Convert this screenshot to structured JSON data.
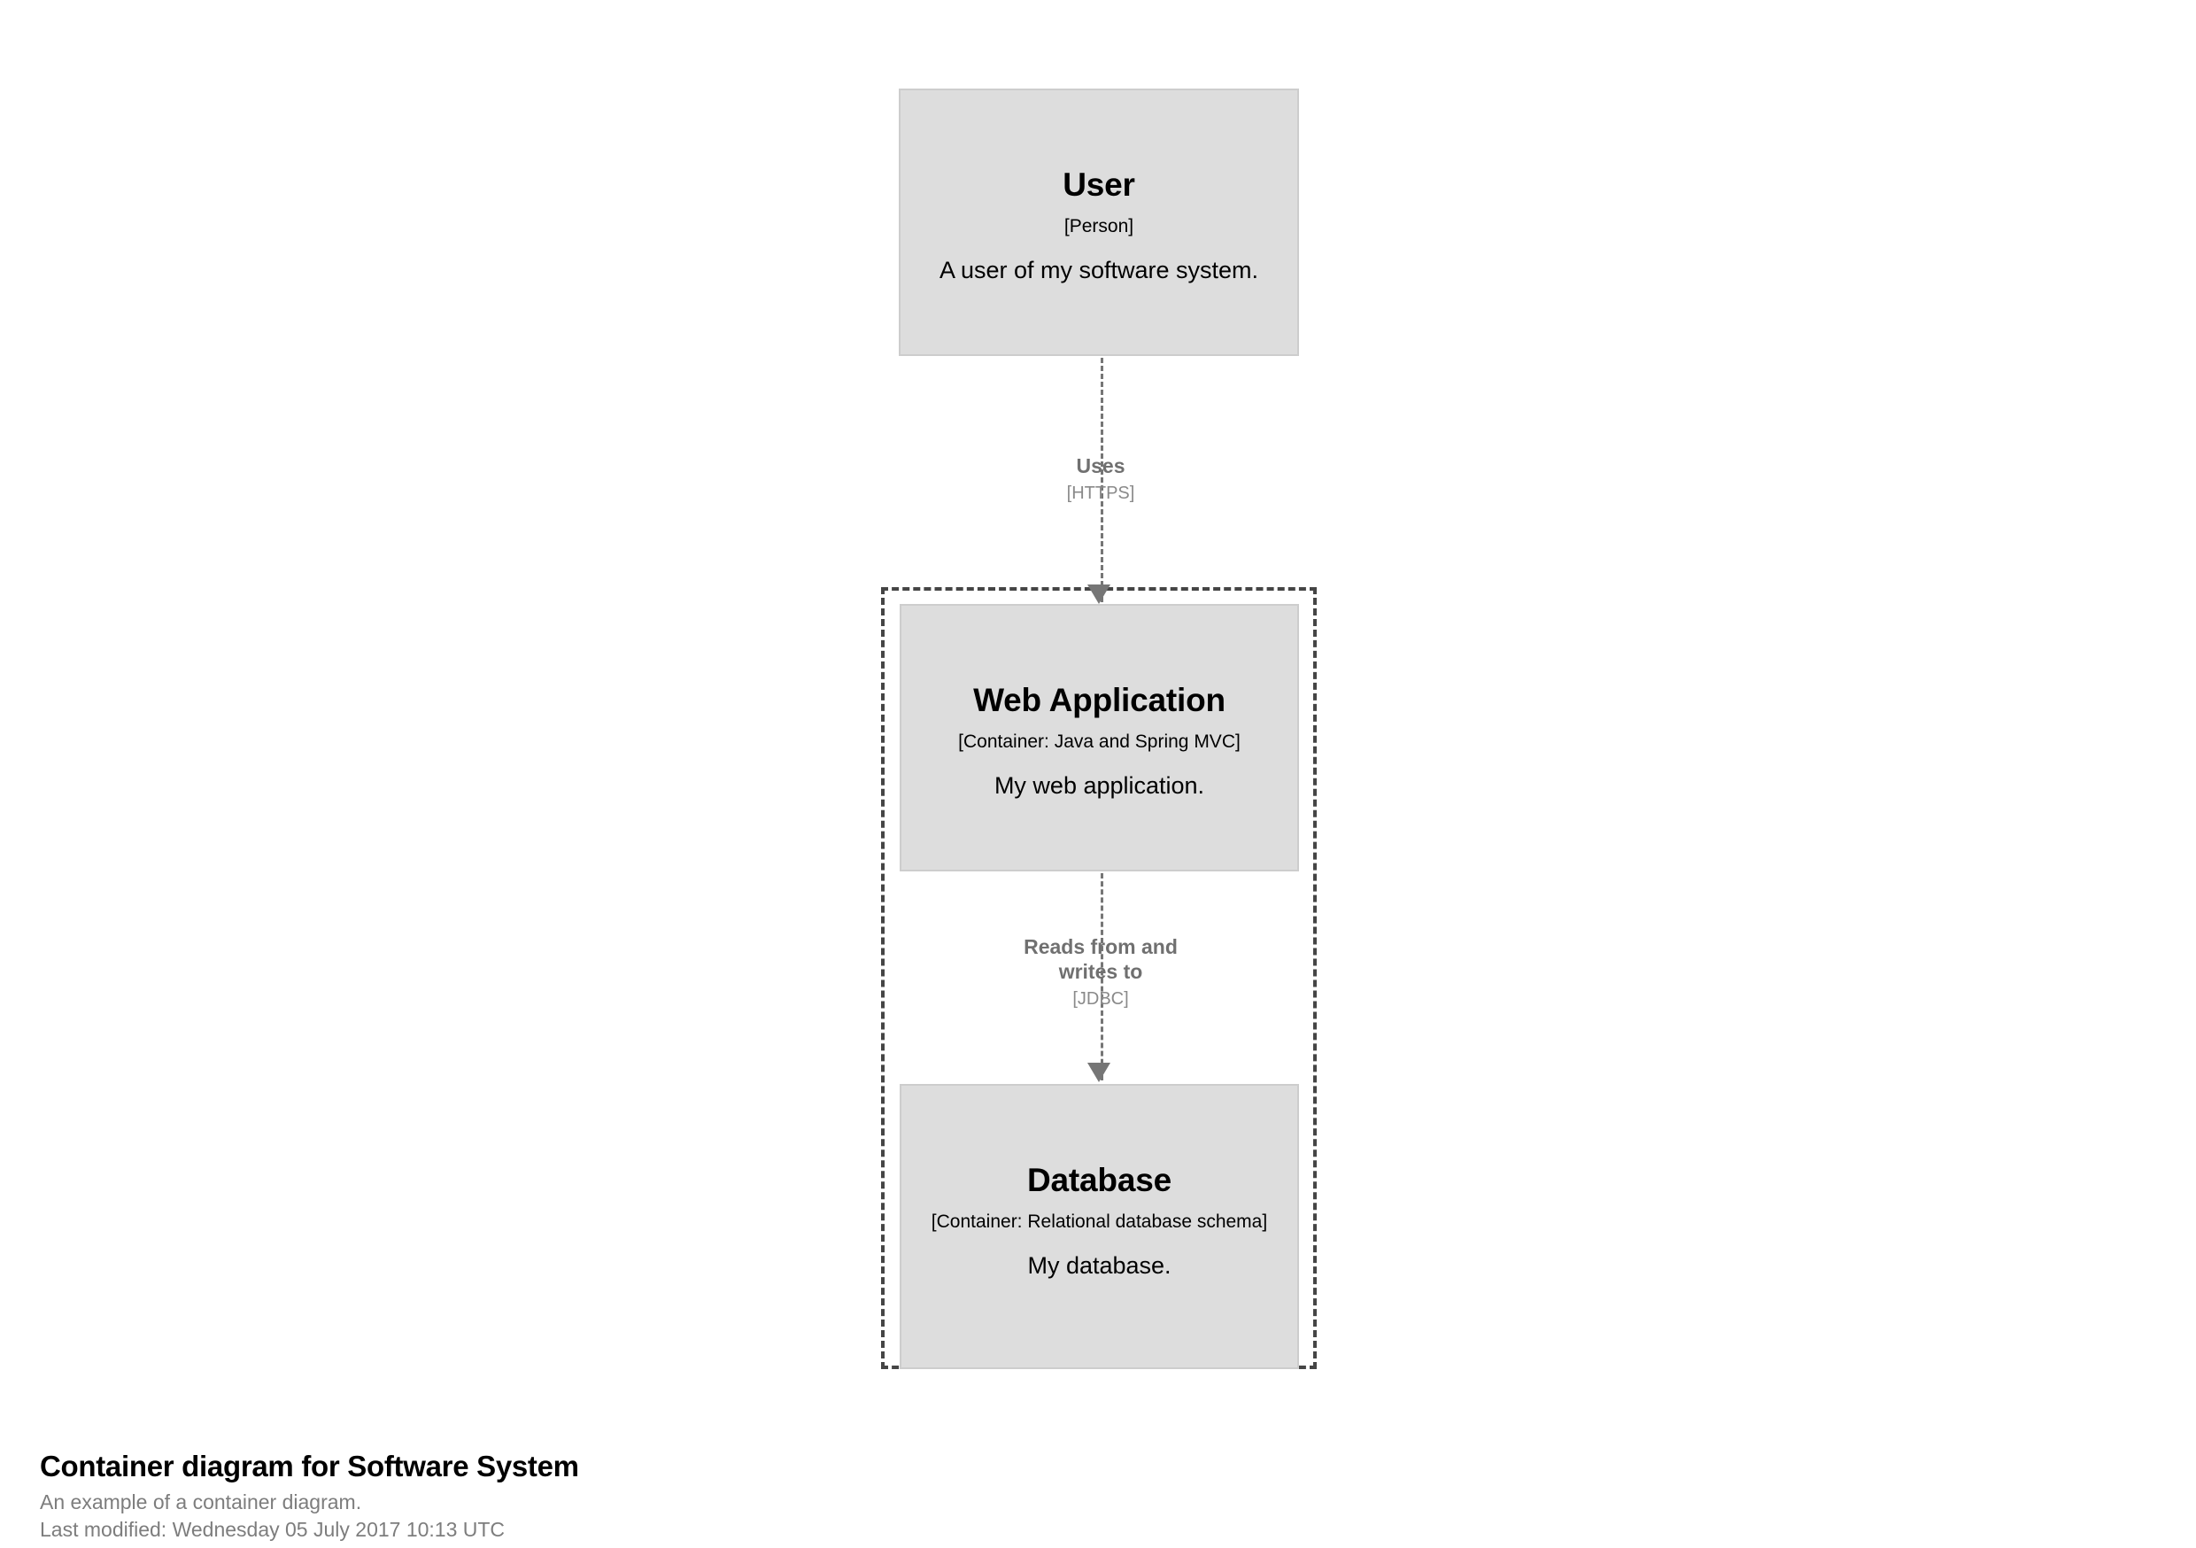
{
  "diagram": {
    "type": "c4-container-diagram",
    "background_color": "#ffffff",
    "element_fill_color": "#dddddd",
    "element_border_color": "#cdcdcd",
    "boundary_border_color": "#454545",
    "relationship_color": "#767676"
  },
  "nodes": [
    {
      "id": "user",
      "name": "User",
      "technology": "[Person]",
      "description": "A user of my software system."
    },
    {
      "id": "webapp",
      "name": "Web Application",
      "technology": "[Container: Java and Spring MVC]",
      "description": "My web application."
    },
    {
      "id": "database",
      "name": "Database",
      "technology": "[Container: Relational database schema]",
      "description": "My database."
    }
  ],
  "relationships": [
    {
      "id": "rel1",
      "from": "user",
      "to": "webapp",
      "description": "Uses",
      "technology": "[HTTPS]"
    },
    {
      "id": "rel2",
      "from": "webapp",
      "to": "database",
      "description_line1": "Reads from and",
      "description_line2": "writes to",
      "technology": "[JDBC]"
    }
  ],
  "caption": {
    "title": "Container diagram for Software System",
    "description": "An example of a container diagram.",
    "last_modified": "Last modified: Wednesday 05 July 2017 10:13 UTC"
  }
}
